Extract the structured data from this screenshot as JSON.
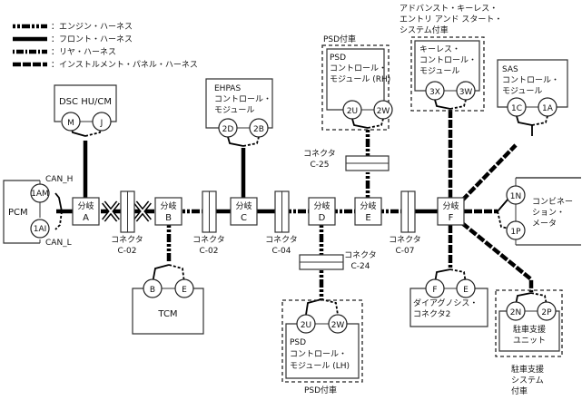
{
  "legend": [
    {
      "style": "engine",
      "label": "：エンジン・ハーネス"
    },
    {
      "style": "front",
      "label": "：フロント・ハーネス"
    },
    {
      "style": "rear",
      "label": "：リヤ・ハーネス"
    },
    {
      "style": "instrument",
      "label": "：インストルメント・パネル・ハーネス"
    }
  ],
  "modules": {
    "pcm": {
      "label": "PCM",
      "pins": [
        "1AM",
        "1AI"
      ],
      "can_h": "CAN_H",
      "can_l": "CAN_L"
    },
    "dsc": {
      "label": "DSC HU/CM",
      "pins": [
        "M",
        "J"
      ]
    },
    "tcm": {
      "label": "TCM",
      "pins": [
        "B",
        "E"
      ]
    },
    "ehpas": {
      "lines": [
        "EHPAS",
        "コントロール・",
        "モジュール"
      ],
      "pins": [
        "2D",
        "2B"
      ]
    },
    "psd_rh": {
      "group": "PSD付車",
      "lines": [
        "PSD",
        "コントロール・",
        "モジュール (RH)"
      ],
      "pins": [
        "2U",
        "2W"
      ]
    },
    "keyless": {
      "group_lines": [
        "アドバンスト・キーレス・",
        "エントリ アンド スタート・",
        "システム付車"
      ],
      "lines": [
        "キーレス・",
        "コントロール・",
        "モジュール"
      ],
      "pins": [
        "3X",
        "3W"
      ]
    },
    "sas": {
      "lines": [
        "SAS",
        "コントロール・",
        "モジュール"
      ],
      "pins": [
        "1C",
        "1A"
      ]
    },
    "meter": {
      "lines": [
        "コンビネー",
        "ション・",
        "メータ"
      ],
      "pins": [
        "1N",
        "1P"
      ]
    },
    "diag": {
      "lines": [
        "ダイアグノシス・",
        "コネクタ2"
      ],
      "pins": [
        "F",
        "E"
      ]
    },
    "psd_lh": {
      "group": "PSD付車",
      "lines": [
        "PSD",
        "コントロール・",
        "モジュール (LH)"
      ],
      "pins": [
        "2U",
        "2W"
      ]
    },
    "park": {
      "group_lines": [
        "駐車支援",
        "システム",
        "付車"
      ],
      "lines": [
        "駐車支援",
        "ユニット"
      ],
      "pins": [
        "2N",
        "2P"
      ]
    }
  },
  "junctions": [
    {
      "id": "A",
      "label": "分岐"
    },
    {
      "id": "B",
      "label": "分岐"
    },
    {
      "id": "C",
      "label": "分岐"
    },
    {
      "id": "D",
      "label": "分岐"
    },
    {
      "id": "E",
      "label": "分岐"
    },
    {
      "id": "F",
      "label": "分岐"
    }
  ],
  "connectors": [
    {
      "name": "コネクタ",
      "id": "C-02"
    },
    {
      "name": "コネクタ",
      "id": "C-02"
    },
    {
      "name": "コネクタ",
      "id": "C-04"
    },
    {
      "name": "コネクタ",
      "id": "C-07"
    },
    {
      "name": "コネクタ",
      "id": "C-25"
    },
    {
      "name": "コネクタ",
      "id": "C-24"
    }
  ]
}
